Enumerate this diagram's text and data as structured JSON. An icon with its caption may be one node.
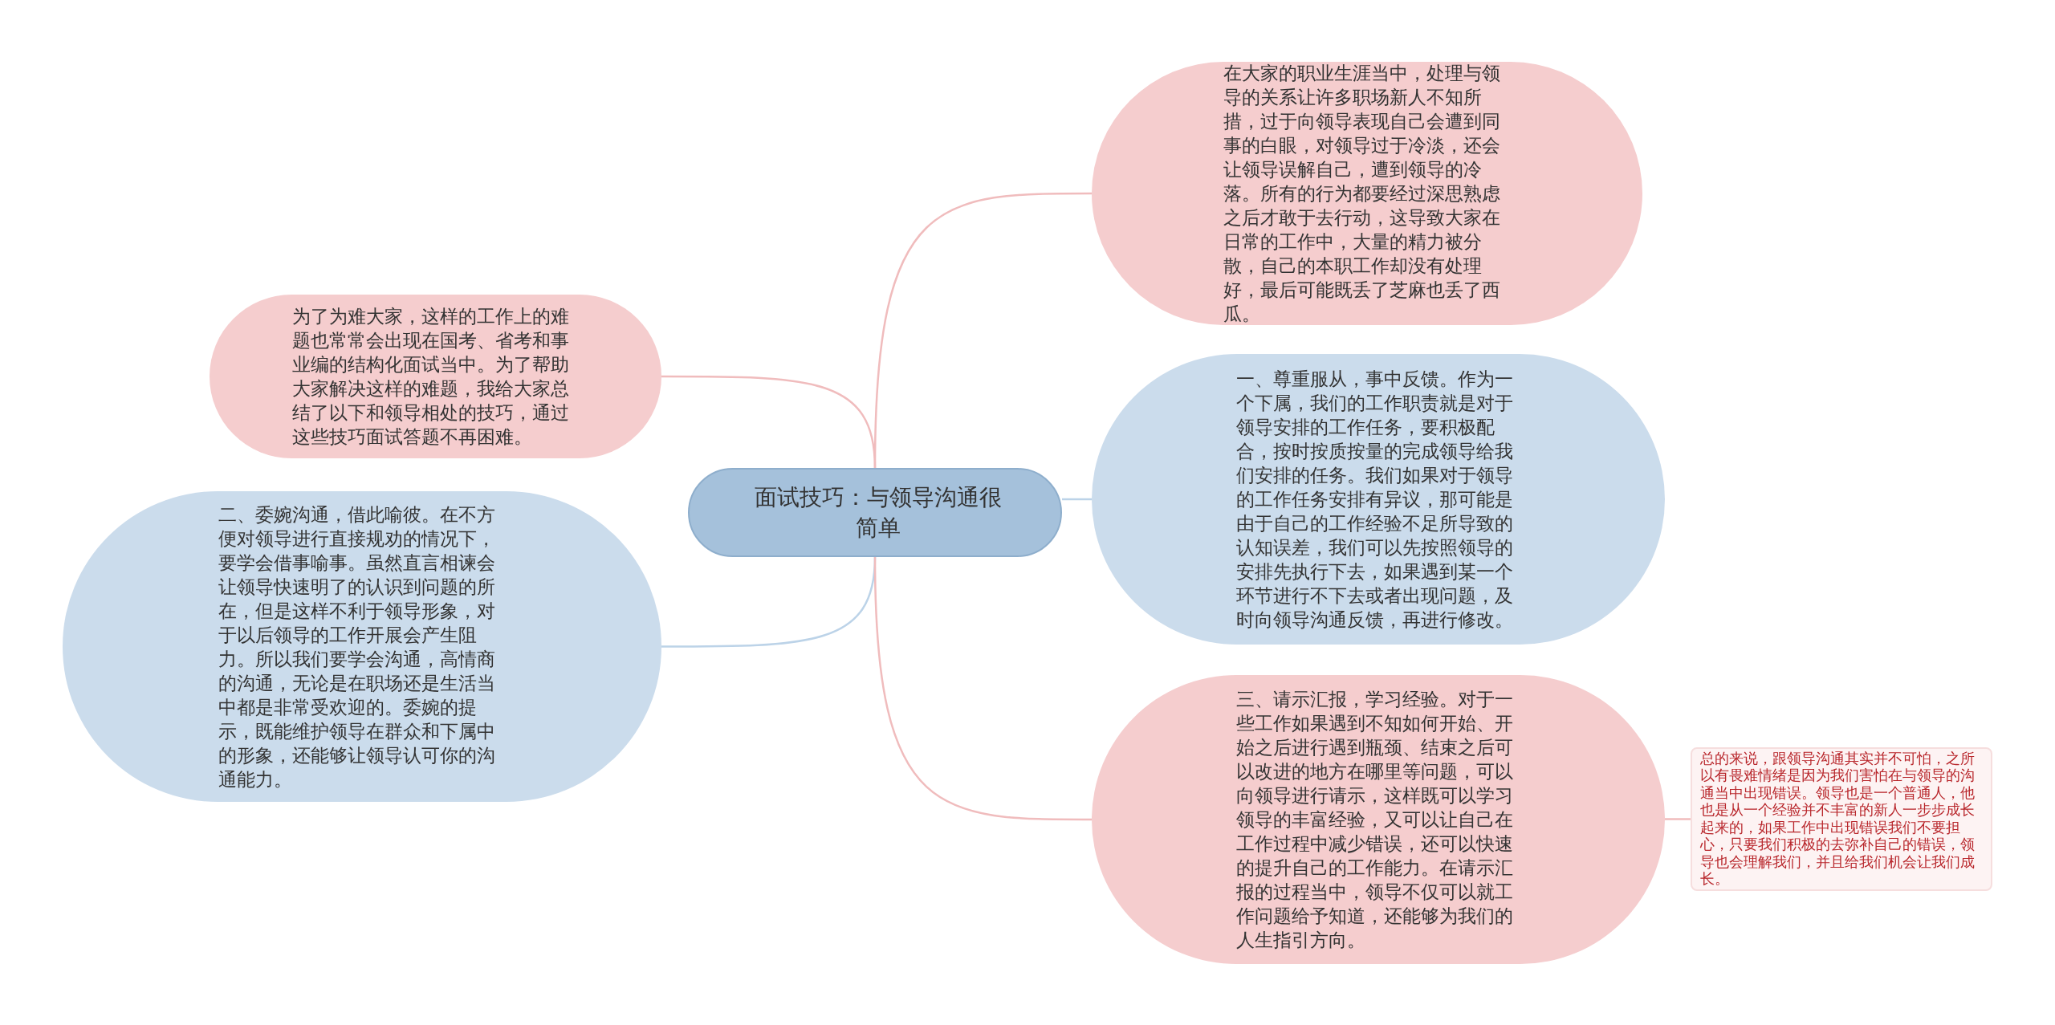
{
  "diagram": {
    "nodes": [
      {
        "text": [
          "面试技巧：与领导沟通很简单"
        ]
      },
      {
        "text": [
          "为了为难大家，这样的工作上的难题也常常会出现在国考、省考和事业编的结构化面试当中。为了帮助大家解决这样的难题，我给大家总结了以下和领导相处的技巧，通过这些技巧面试答题不再困难。"
        ]
      },
      {
        "text": [
          "二、委婉沟通，借此喻彼。在不方便对领导进行直接规劝的情况下，要学会借事喻事。虽然直言相谏会让领导快速明了的认识到问题的所在，但是这样不利于领导形象，对于以后领导的工作开展会产生阻力。所以我们要学会沟通，高情商的沟通，无论是在职场还是生活当中都是非常受欢迎的。委婉的提示，既能维护领导在群众和下属中的形象，还能够让领导认可你的沟通能力。"
        ]
      },
      {
        "text": [
          "在大家的职业生涯当中，处理与领导的关系让许多职场新人不知所措，过于向领导表现自己会遭到同事的白眼，对领导过于冷淡，还会让领导误解自己，遭到领导的冷落。所有的行为都要经过深思熟虑之后才敢于去行动，这导致大家在日常的工作中，大量的精力被分散，自己的本职工作却没有处理好，最后可能既丢了芝麻也丢了西瓜。"
        ]
      },
      {
        "text": [
          "一、尊重服从，事中反馈。作为一个下属，我们的工作职责就是对于领导安排的工作任务，要积极配合，按时按质按量的完成领导给我们安排的任务。我们如果对于领导的工作任务安排有异议，那可能是由于自己的工作经验不足所导致的认知误差，我们可以先按照领导的安排先执行下去，如果遇到某一个环节进行不下去或者出现问题，及时向领导沟通反馈，再进行修改。"
        ]
      },
      {
        "text": [
          "三、请示汇报，学习经验。对于一些工作如果遇到不知如何开始、开始之后进行遇到瓶颈、结束之后可以改进的地方在哪里等问题，可以向领导进行请示，这样既可以学习领导的丰富经验，又可以让自己在工作过程中减少错误，还可以快速的提升自己的工作能力。在请示汇报的过程当中，领导不仅可以就工作问题给予知道，还能够为我们的人生指引方向。"
        ]
      },
      {
        "text": [
          "总的来说，跟领导沟通其实并不可怕，之所以有畏难情绪是因为我们害怕在与领导的沟通当中出现错误。领导也是一个普通人，他也是从一个经验并不丰富的新人一步步成长起来的，如果工作中出现错误我们不要担心，只要我们积极的去弥补自己的错误，领导也会理解我们，并且给我们机会让我们成长。"
        ]
      }
    ],
    "edges": [
      {
        "from": 0,
        "to": 1,
        "arrow": "none"
      },
      {
        "from": 0,
        "to": 2,
        "arrow": "none",
        "color": "#bcd3e8"
      },
      {
        "from": 0,
        "to": 3,
        "arrow": "none"
      },
      {
        "from": 0,
        "to": 4,
        "arrow": "none",
        "color": "#bcd3e8"
      },
      {
        "from": 0,
        "to": 5,
        "arrow": "none"
      },
      {
        "from": 5,
        "to": 6,
        "arrow": "none"
      }
    ]
  }
}
